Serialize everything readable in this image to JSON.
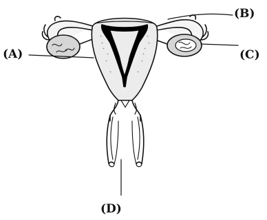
{
  "diagram": {
    "labels": {
      "a": "(A)",
      "b": "(B)",
      "c": "(C)",
      "d": "(D)"
    },
    "colors": {
      "ink": "#111111",
      "tissue": "#ececec",
      "ovary": "#d6d6d6",
      "cavity": "#000000"
    }
  }
}
